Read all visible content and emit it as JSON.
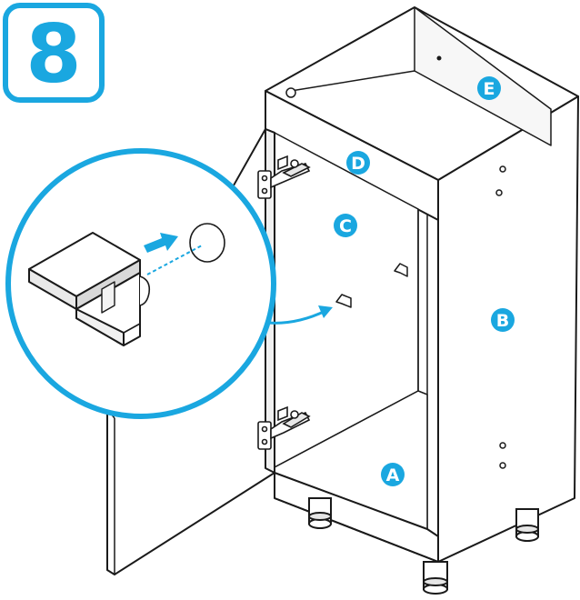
{
  "step": {
    "number": "8",
    "color": "#1aa7e0"
  },
  "colors": {
    "accent": "#1aa7e0",
    "line": "#1a1a1a",
    "panel": "#ffffff",
    "panel_shade": "#f4f4f4"
  },
  "labels": {
    "A": "A",
    "B": "B",
    "C": "C",
    "D": "D",
    "E": "E"
  },
  "icons": {
    "magnifier": "detail-magnifier-circle",
    "arrow": "insert-arrow",
    "hinge": "cabinet-hinge",
    "knob": "square-knob"
  }
}
